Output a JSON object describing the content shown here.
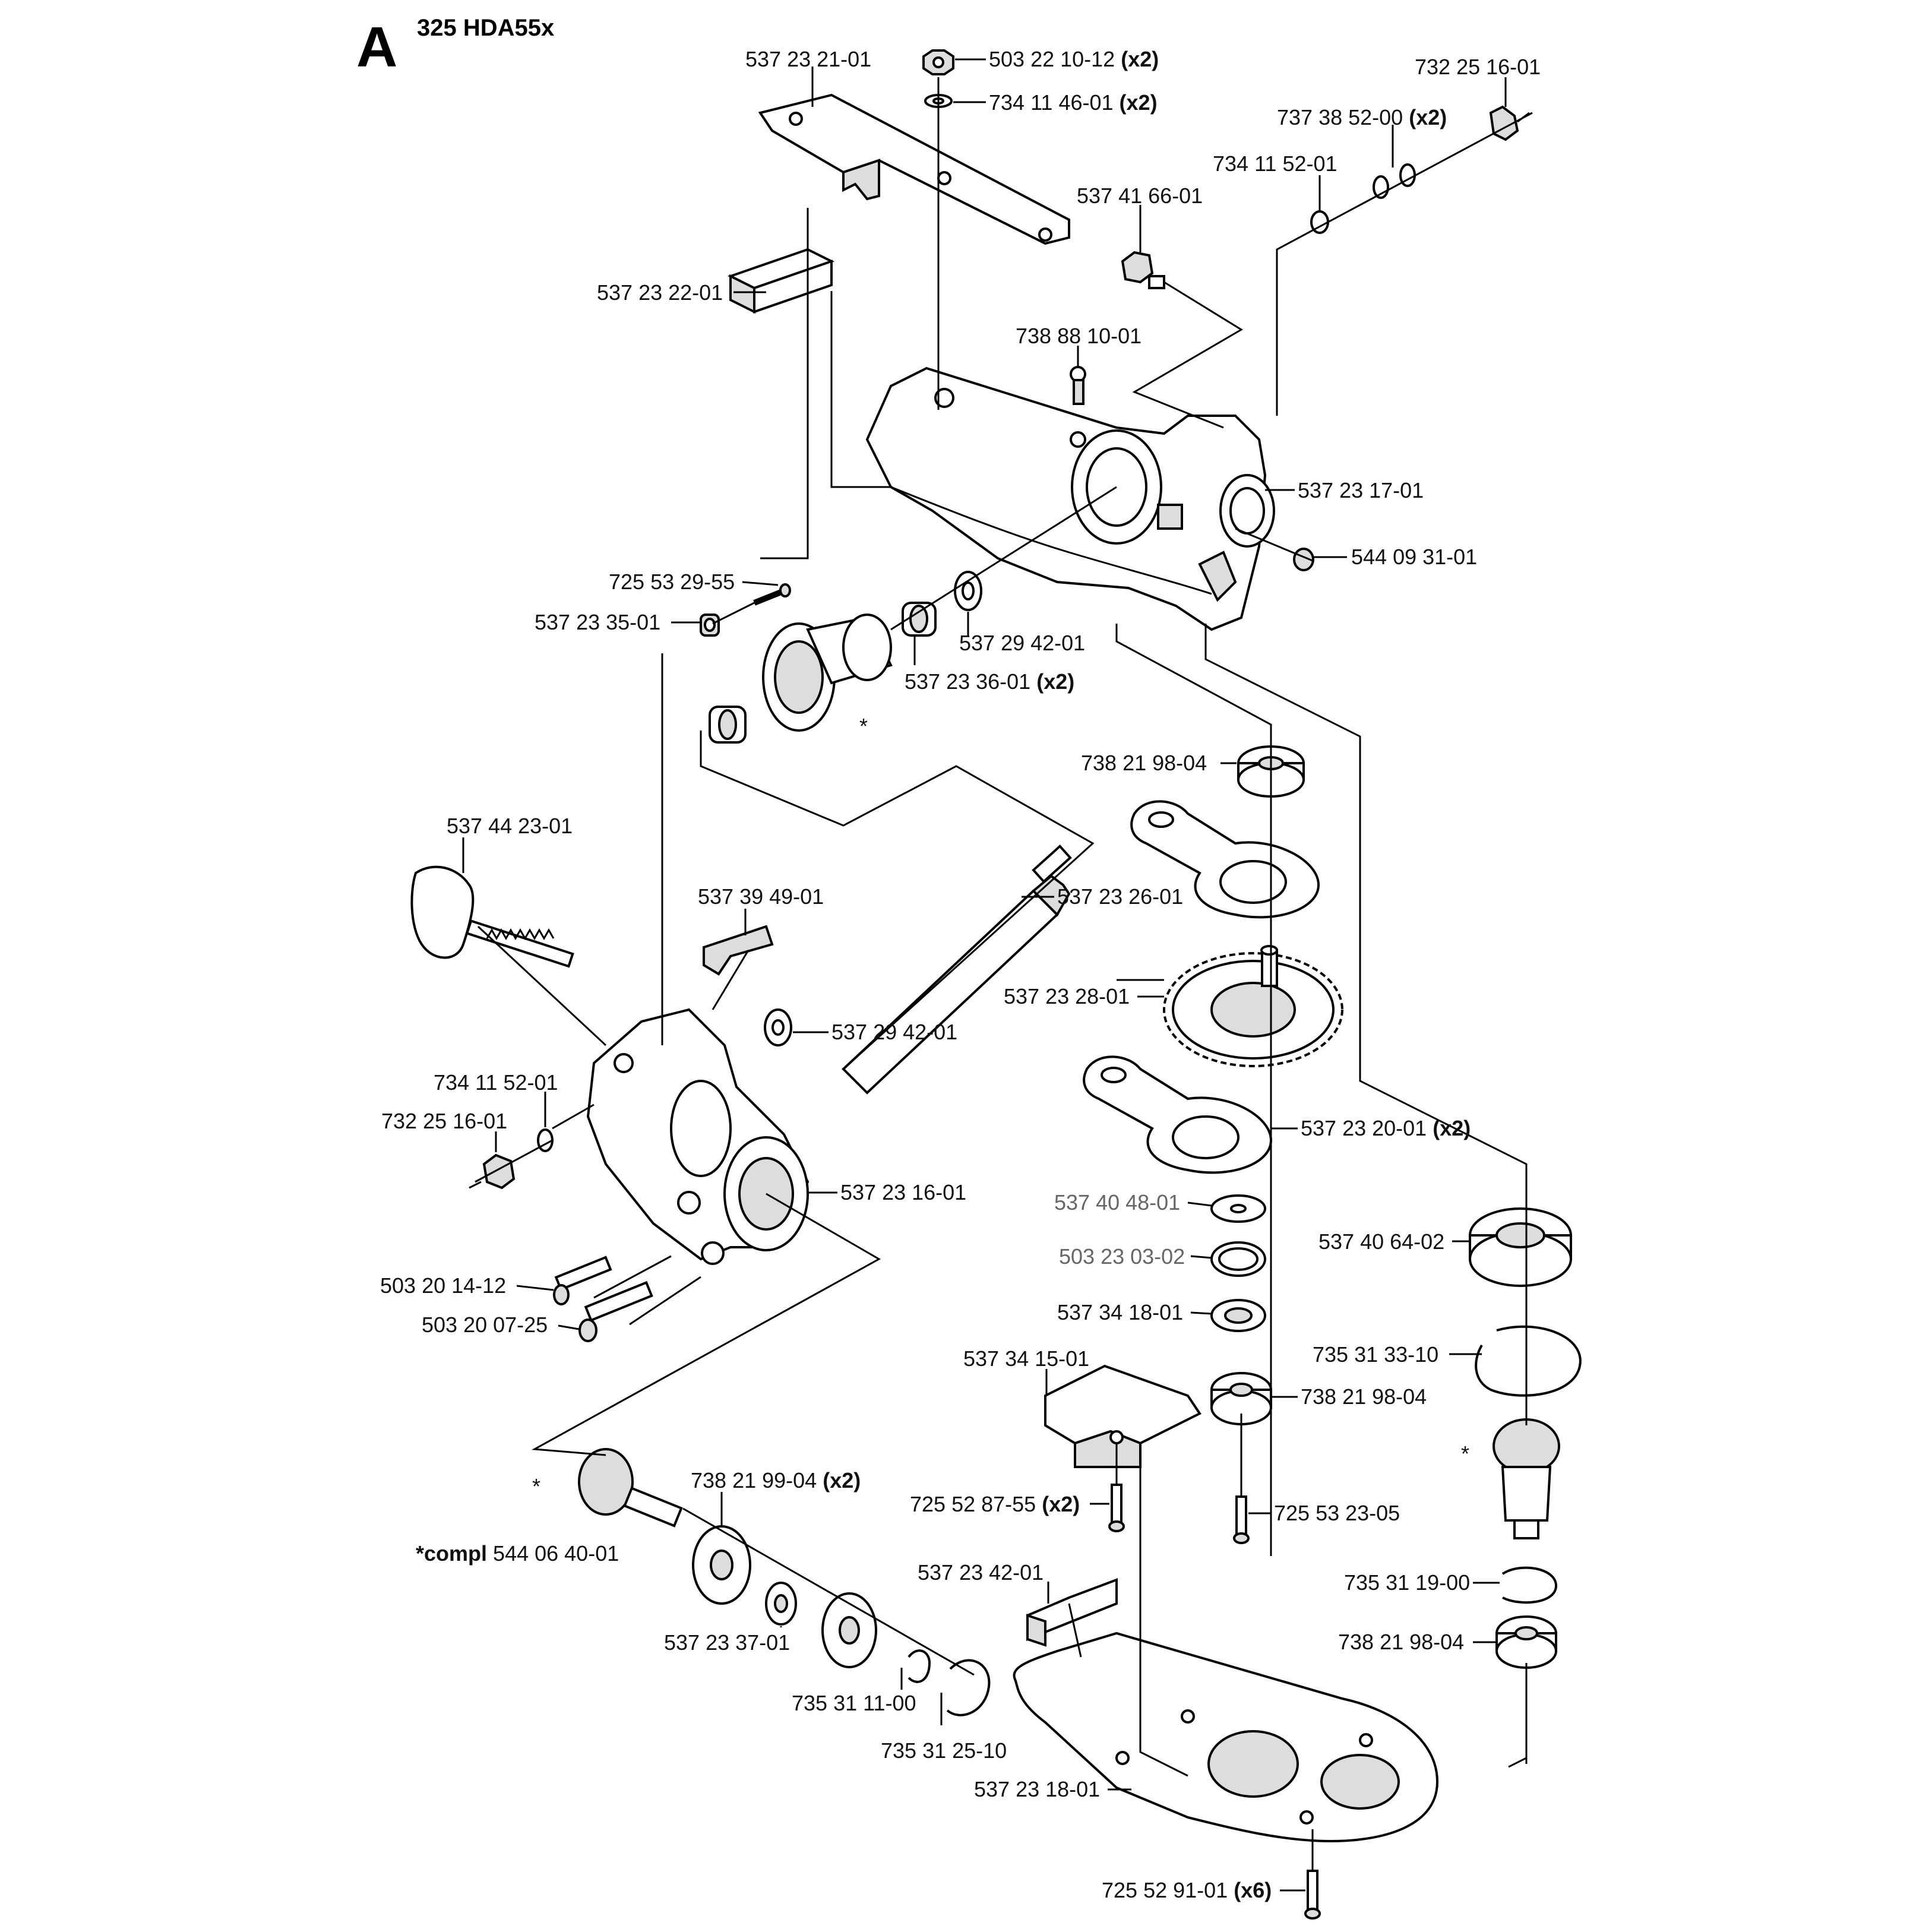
{
  "header": {
    "section": "A",
    "model": "325 HDA55x"
  },
  "labels": {
    "l01": {
      "code": "537 23 21-01",
      "qty": ""
    },
    "l02": {
      "code": "503 22 10-12",
      "qty": "(x2)"
    },
    "l03": {
      "code": "734 11 46-01",
      "qty": "(x2)"
    },
    "l04": {
      "code": "732 25 16-01",
      "qty": ""
    },
    "l05": {
      "code": "737 38 52-00",
      "qty": "(x2)"
    },
    "l06": {
      "code": "734 11 52-01",
      "qty": ""
    },
    "l07": {
      "code": "537 41 66-01",
      "qty": ""
    },
    "l08": {
      "code": "537 23 22-01",
      "qty": ""
    },
    "l09": {
      "code": "738 88 10-01",
      "qty": ""
    },
    "l10": {
      "code": "537 23 17-01",
      "qty": ""
    },
    "l11": {
      "code": "544 09 31-01",
      "qty": ""
    },
    "l12": {
      "code": "725 53 29-55",
      "qty": ""
    },
    "l13": {
      "code": "537 23 35-01",
      "qty": ""
    },
    "l14": {
      "code": "537 29 42-01",
      "qty": ""
    },
    "l15": {
      "code": "537 23 36-01",
      "qty": "(x2)"
    },
    "l16": {
      "code": "738 21 98-04",
      "qty": ""
    },
    "l17": {
      "code": "537 44 23-01",
      "qty": ""
    },
    "l18": {
      "code": "537 39 49-01",
      "qty": ""
    },
    "l19": {
      "code": "537 23 26-01",
      "qty": ""
    },
    "l20": {
      "code": "537 23 28-01",
      "qty": ""
    },
    "l21": {
      "code": "537 29 42-01",
      "qty": ""
    },
    "l22": {
      "code": "734 11 52-01",
      "qty": ""
    },
    "l23": {
      "code": "732 25 16-01",
      "qty": ""
    },
    "l24": {
      "code": "537 23 20-01",
      "qty": "(x2)"
    },
    "l25": {
      "code": "537 23 16-01",
      "qty": ""
    },
    "l26": {
      "code": "537 40 48-01",
      "qty": ""
    },
    "l27": {
      "code": "537 40 64-02",
      "qty": ""
    },
    "l28": {
      "code": "503 23 03-02",
      "qty": ""
    },
    "l29": {
      "code": "503 20 14-12",
      "qty": ""
    },
    "l30": {
      "code": "503 20 07-25",
      "qty": ""
    },
    "l31": {
      "code": "537 34 18-01",
      "qty": ""
    },
    "l32": {
      "code": "735 31 33-10",
      "qty": ""
    },
    "l33": {
      "code": "537 34 15-01",
      "qty": ""
    },
    "l34": {
      "code": "738 21 98-04",
      "qty": ""
    },
    "l35": {
      "code": "738 21 99-04",
      "qty": "(x2)"
    },
    "l36": {
      "code": "725 52 87-55",
      "qty": "(x2)"
    },
    "l37": {
      "code": "725 53 23-05",
      "qty": ""
    },
    "l38": {
      "code": "544 06 40-01",
      "qty": "*compl"
    },
    "l39": {
      "code": "537 23 42-01",
      "qty": ""
    },
    "l40": {
      "code": "735 31 19-00",
      "qty": ""
    },
    "l41": {
      "code": "537 23 37-01",
      "qty": ""
    },
    "l42": {
      "code": "738 21 98-04",
      "qty": ""
    },
    "l43": {
      "code": "735 31 11-00",
      "qty": ""
    },
    "l44": {
      "code": "735 31 25-10",
      "qty": ""
    },
    "l45": {
      "code": "537 23 18-01",
      "qty": ""
    },
    "l46": {
      "code": "725 52 91-01",
      "qty": "(x6)"
    }
  },
  "markers": {
    "asterisk": "*"
  }
}
